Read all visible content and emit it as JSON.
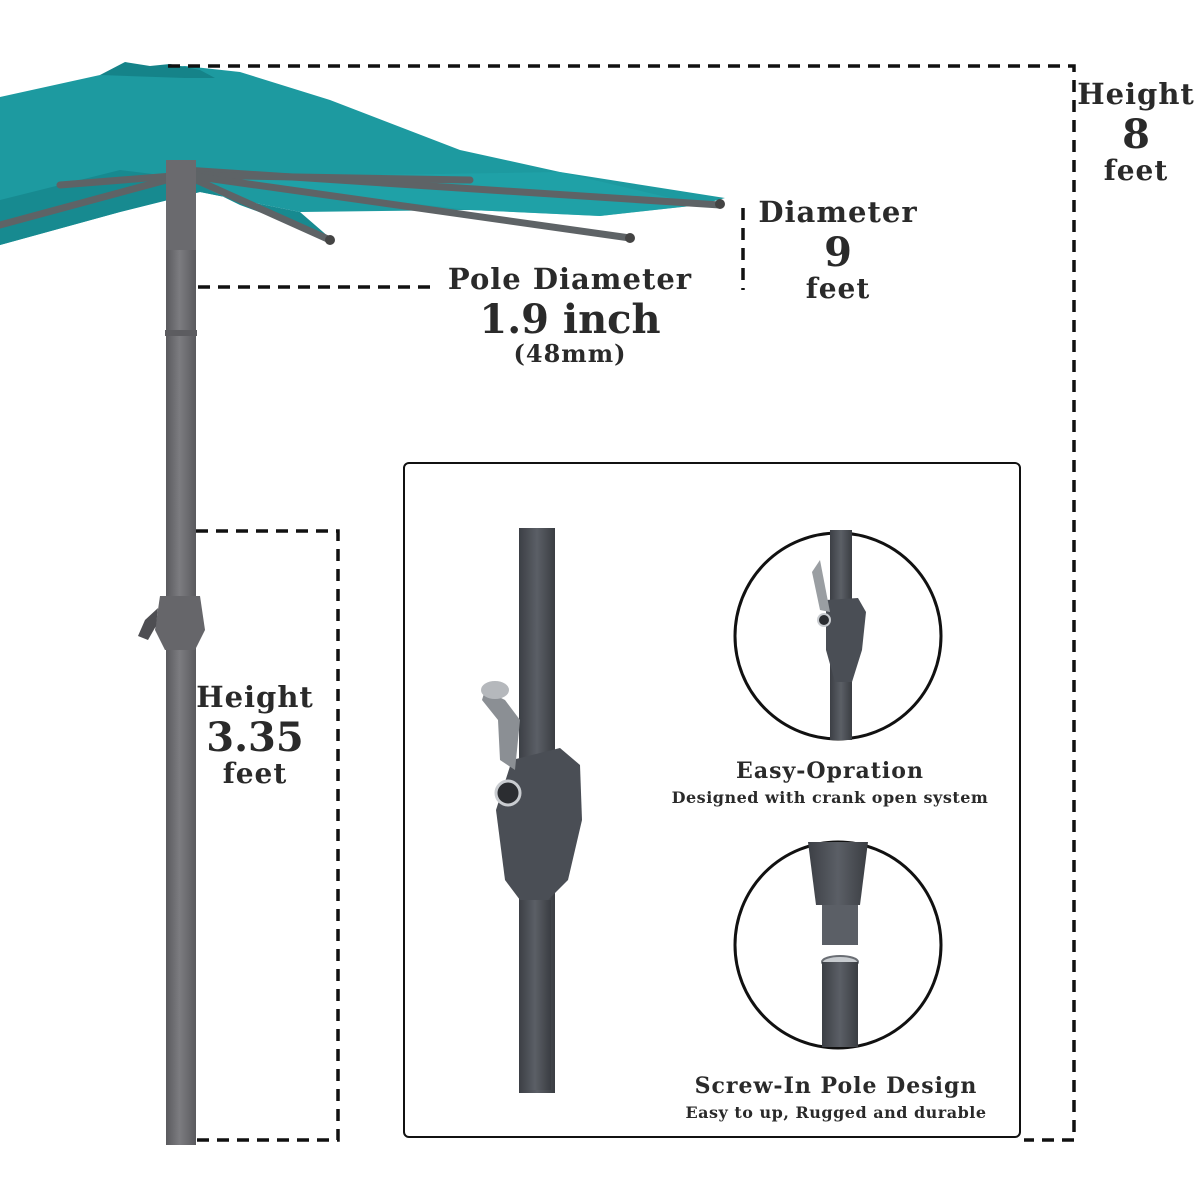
{
  "product": "patio market umbrella dimension diagram",
  "colors": {
    "canopy": "#1d9aa0",
    "canopy_dark": "#13777c",
    "pole": "#6f6f72",
    "dash": "#111111"
  },
  "dimensions": {
    "total_height": {
      "title": "Height",
      "value": "8",
      "unit": "feet"
    },
    "diameter": {
      "title": "Diameter",
      "value": "9",
      "unit": "feet"
    },
    "pole_diameter": {
      "title": "Pole Diameter",
      "value": "1.9 inch",
      "sub": "(48mm)"
    },
    "crank_height": {
      "title": "Height",
      "value": "3.35",
      "unit": "feet"
    }
  },
  "features": [
    {
      "title": "Easy-Opration",
      "subtitle": "Designed with crank open system"
    },
    {
      "title": "Screw-In Pole Design",
      "subtitle": "Easy to up, Rugged and durable"
    }
  ]
}
